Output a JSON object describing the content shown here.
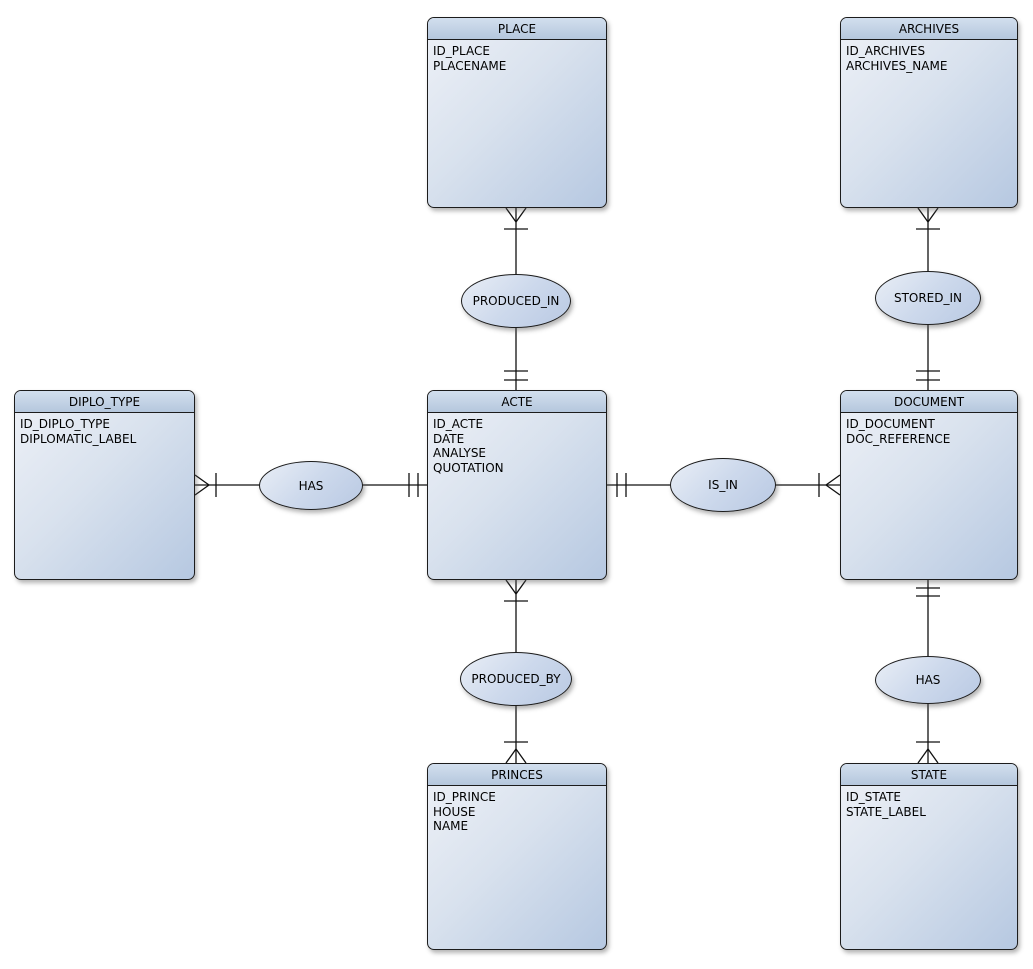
{
  "palette": {
    "background": "#ffffff",
    "entity_header_top": "#d2dfee",
    "entity_header_bottom": "#b5c7dd",
    "entity_body_light": "#eef1f7",
    "entity_body_dark": "#b6c8e1",
    "outline": "#1c1c1c",
    "connector": "#111111"
  },
  "entities": [
    {
      "id": "place",
      "name": "PLACE",
      "attributes": [
        "ID_PLACE",
        "PLACENAME"
      ]
    },
    {
      "id": "archives",
      "name": "ARCHIVES",
      "attributes": [
        "ID_ARCHIVES",
        "ARCHIVES_NAME"
      ]
    },
    {
      "id": "diplo_type",
      "name": "DIPLO_TYPE",
      "attributes": [
        "ID_DIPLO_TYPE",
        "DIPLOMATIC_LABEL"
      ]
    },
    {
      "id": "acte",
      "name": "ACTE",
      "attributes": [
        "ID_ACTE",
        "DATE",
        "ANALYSE",
        "QUOTATION"
      ]
    },
    {
      "id": "document",
      "name": "DOCUMENT",
      "attributes": [
        "ID_DOCUMENT",
        "DOC_REFERENCE"
      ]
    },
    {
      "id": "princes",
      "name": "PRINCES",
      "attributes": [
        "ID_PRINCE",
        "HOUSE",
        "NAME"
      ]
    },
    {
      "id": "state",
      "name": "STATE",
      "attributes": [
        "ID_STATE",
        "STATE_LABEL"
      ]
    }
  ],
  "relationships": [
    {
      "id": "produced_in",
      "label": "PRODUCED_IN",
      "from": "PLACE",
      "to": "ACTE",
      "from_marker": "crow-foot-with-tick",
      "to_marker": "double-tick"
    },
    {
      "id": "stored_in",
      "label": "STORED_IN",
      "from": "ARCHIVES",
      "to": "DOCUMENT",
      "from_marker": "crow-foot-with-tick",
      "to_marker": "double-tick"
    },
    {
      "id": "has_diplo",
      "label": "HAS",
      "from": "DIPLO_TYPE",
      "to": "ACTE",
      "from_marker": "crow-foot-with-tick",
      "to_marker": "double-tick"
    },
    {
      "id": "is_in",
      "label": "IS_IN",
      "from": "ACTE",
      "to": "DOCUMENT",
      "from_marker": "double-tick",
      "to_marker": "crow-foot-with-tick"
    },
    {
      "id": "produced_by",
      "label": "PRODUCED_BY",
      "from": "ACTE",
      "to": "PRINCES",
      "from_marker": "crow-foot-with-tick",
      "to_marker": "crow-foot-with-tick"
    },
    {
      "id": "has_state",
      "label": "HAS",
      "from": "DOCUMENT",
      "to": "STATE",
      "from_marker": "double-tick",
      "to_marker": "crow-foot-with-tick"
    }
  ]
}
